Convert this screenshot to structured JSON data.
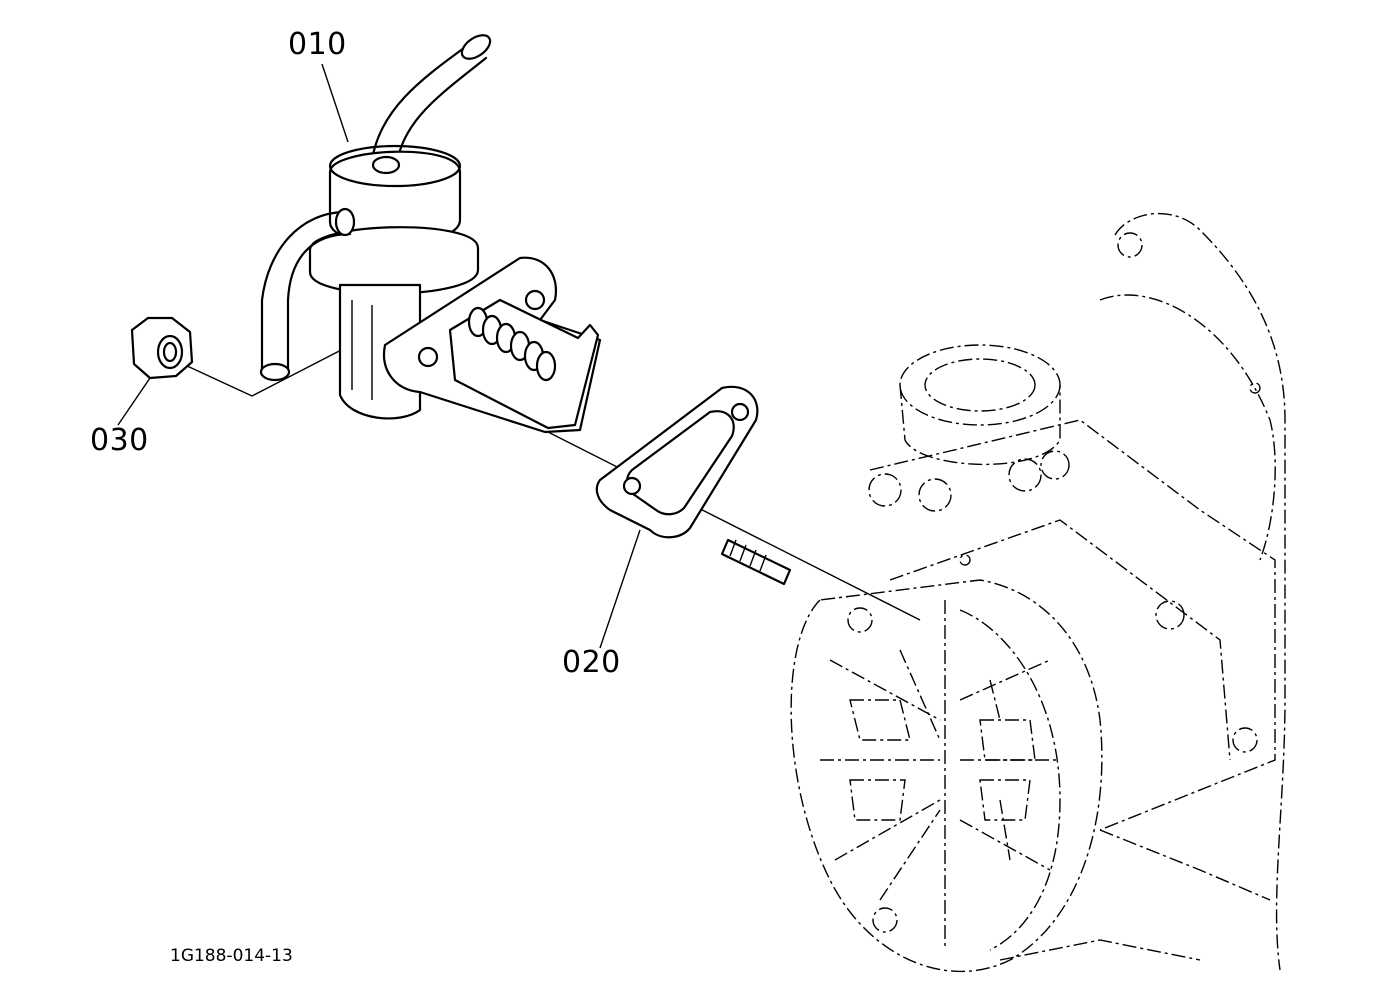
{
  "callouts": {
    "part_010": "010",
    "part_020": "020",
    "part_030": "030"
  },
  "figure_id": "1G188-014-13",
  "colors": {
    "line": "#000000",
    "background": "#ffffff"
  }
}
